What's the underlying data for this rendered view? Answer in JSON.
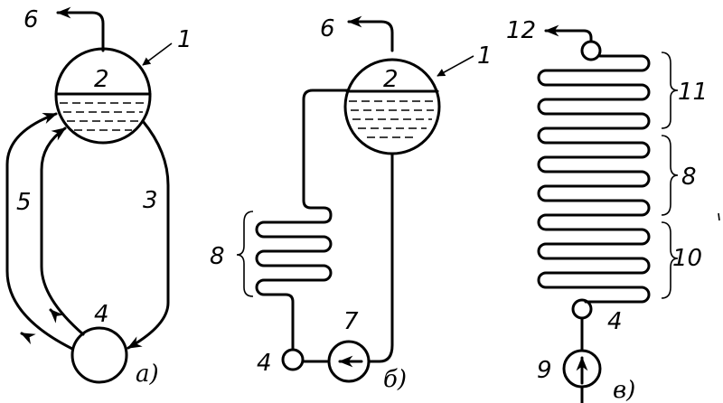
{
  "diagram_a": {
    "labels": {
      "n6": "6",
      "n1": "1",
      "n2": "2",
      "n3": "3",
      "n4": "4",
      "n5": "5"
    },
    "caption": "a)"
  },
  "diagram_b": {
    "labels": {
      "n6": "6",
      "n1": "1",
      "n2": "2",
      "n8": "8",
      "n7": "7",
      "n4": "4"
    },
    "caption": "б)"
  },
  "diagram_c": {
    "labels": {
      "n12": "12",
      "n11": "11",
      "n8": "8",
      "n10": "10",
      "n4": "4",
      "n9": "9"
    },
    "caption": "в)"
  }
}
